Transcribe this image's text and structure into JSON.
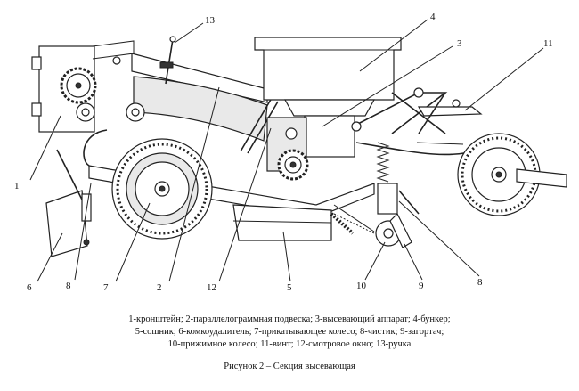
{
  "callouts": [
    {
      "id": "1",
      "text": "1"
    },
    {
      "id": "2",
      "text": "2"
    },
    {
      "id": "3",
      "text": "3"
    },
    {
      "id": "4",
      "text": "4"
    },
    {
      "id": "5",
      "text": "5"
    },
    {
      "id": "6",
      "text": "6"
    },
    {
      "id": "7",
      "text": "7"
    },
    {
      "id": "8a",
      "text": "8"
    },
    {
      "id": "8b",
      "text": "8"
    },
    {
      "id": "9",
      "text": "9"
    },
    {
      "id": "10",
      "text": "10"
    },
    {
      "id": "11",
      "text": "11"
    },
    {
      "id": "12",
      "text": "12"
    },
    {
      "id": "13",
      "text": "13"
    }
  ],
  "legend": {
    "line1": "1-кронштейн; 2-параллелограммная подвеска; 3-высевающий аппарат; 4-бункер;",
    "line2": "5-сошник; 6-комкоудалитель; 7-прикатывающее колесо; 8-чистик; 9-загортач;",
    "line3": "10-прижимное колесо; 11-винт; 12-смотровое окно; 13-ручка"
  },
  "figure_title": "Рисунок 2 – Секция высевающая"
}
